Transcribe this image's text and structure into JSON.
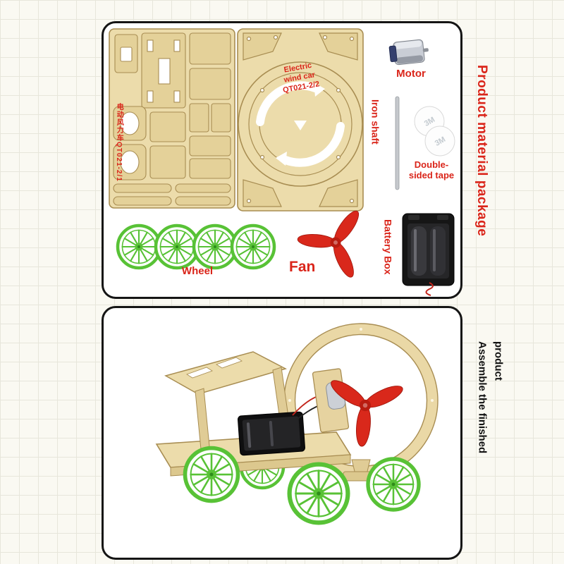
{
  "colors": {
    "label_red": "#da251a",
    "wood": "#ecdcab",
    "wood_line": "#a88d52",
    "wheel_green": "#58c236",
    "fan_red": "#d9281b"
  },
  "side_labels": {
    "material_package": "Product material package",
    "assemble": "Assemble the finished product"
  },
  "material_panel": {
    "sheet1_code": "电动风力车QT021-2/1",
    "sheet2_line1": "Electric",
    "sheet2_line2": "wind car",
    "sheet2_line3": "QT021-2/2",
    "motor": "Motor",
    "iron_shaft": "Iron shaft",
    "tape_line1": "Double-",
    "tape_line2": "sided tape",
    "tape_brand": "3M",
    "battery": "Battery Box",
    "wheel": "Wheel",
    "fan": "Fan"
  }
}
